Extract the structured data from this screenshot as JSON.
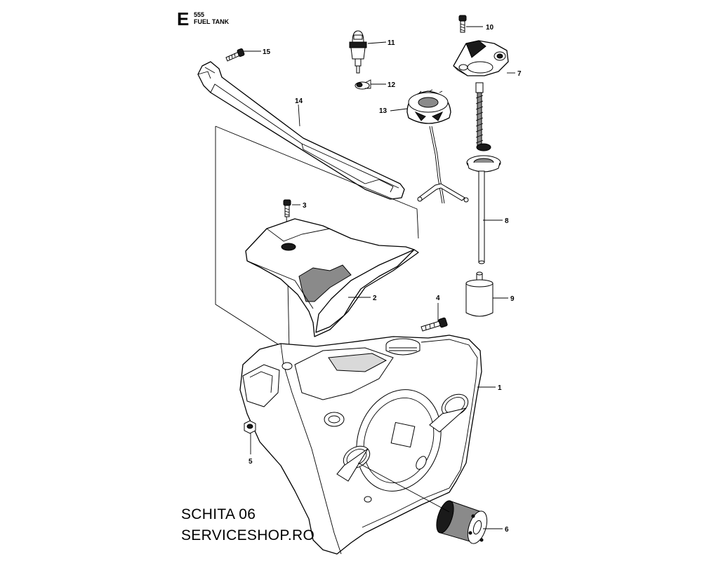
{
  "header": {
    "section_letter": "E",
    "model": "555",
    "title": "FUEL TANK"
  },
  "footer": {
    "line1": "SCHITA 06",
    "line2": "SERVICESHOP.RO"
  },
  "callouts": {
    "c1": "1",
    "c2": "2",
    "c3": "3",
    "c4": "4",
    "c5": "5",
    "c6": "6",
    "c7": "7",
    "c8": "8",
    "c9": "9",
    "c10": "10",
    "c11": "11",
    "c12": "12",
    "c13": "13",
    "c14": "14",
    "c15": "15"
  }
}
